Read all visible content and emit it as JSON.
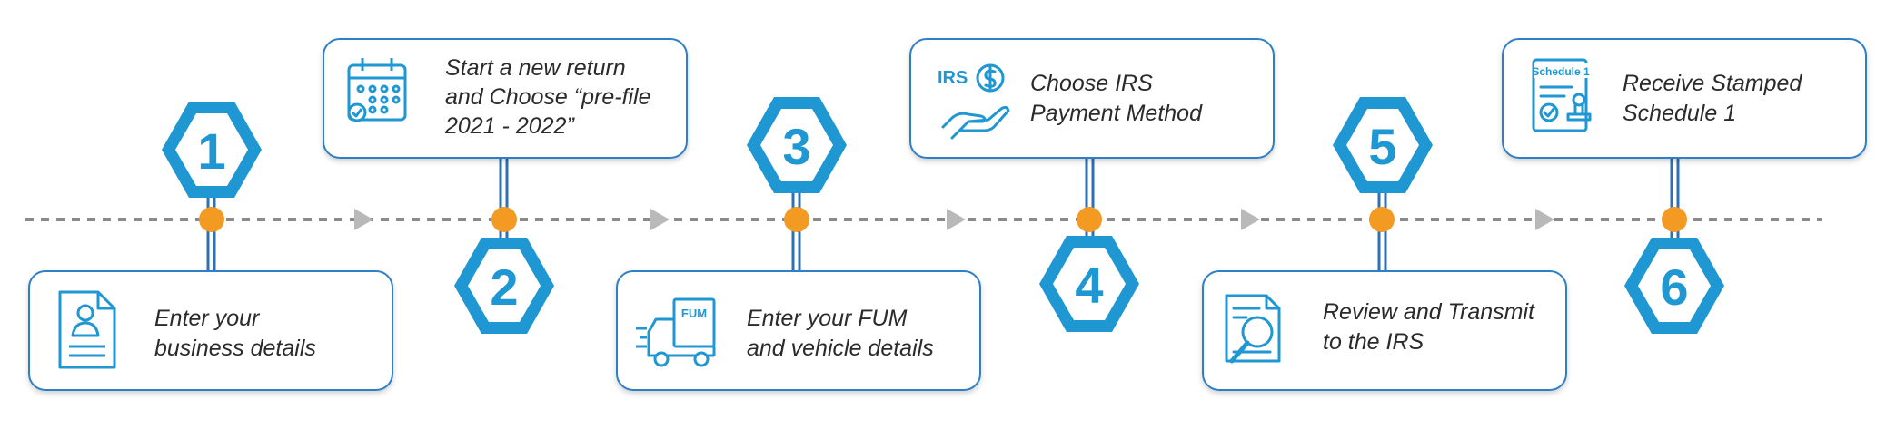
{
  "colors": {
    "primary_blue": "#1f97d3",
    "connector_orange": "#f29a22",
    "timeline_gray": "#8a8a8a",
    "arrow_gray": "#b9b9b9",
    "card_border": "#2f7fc6",
    "text": "#2b2b2b"
  },
  "steps": [
    {
      "number": "1",
      "line1": "Enter your",
      "line2": "business details",
      "icon": "profile-document-icon"
    },
    {
      "number": "2",
      "line1": "Start a new return",
      "line2": "and Choose “pre-file",
      "line3": "2021 - 2022”",
      "icon": "calendar-check-icon"
    },
    {
      "number": "3",
      "line1": "Enter your FUM",
      "line2": "and vehicle details",
      "icon": "truck-icon",
      "icon_label": "FUM"
    },
    {
      "number": "4",
      "line1": "Choose IRS",
      "line2": "Payment Method",
      "icon": "hand-dollar-icon",
      "icon_label": "IRS"
    },
    {
      "number": "5",
      "line1": "Review and Transmit",
      "line2": "to the IRS",
      "icon": "document-magnifier-icon"
    },
    {
      "number": "6",
      "line1": "Receive Stamped",
      "line2": "Schedule 1",
      "icon": "stamped-schedule-icon",
      "icon_label": "Schedule 1"
    }
  ]
}
